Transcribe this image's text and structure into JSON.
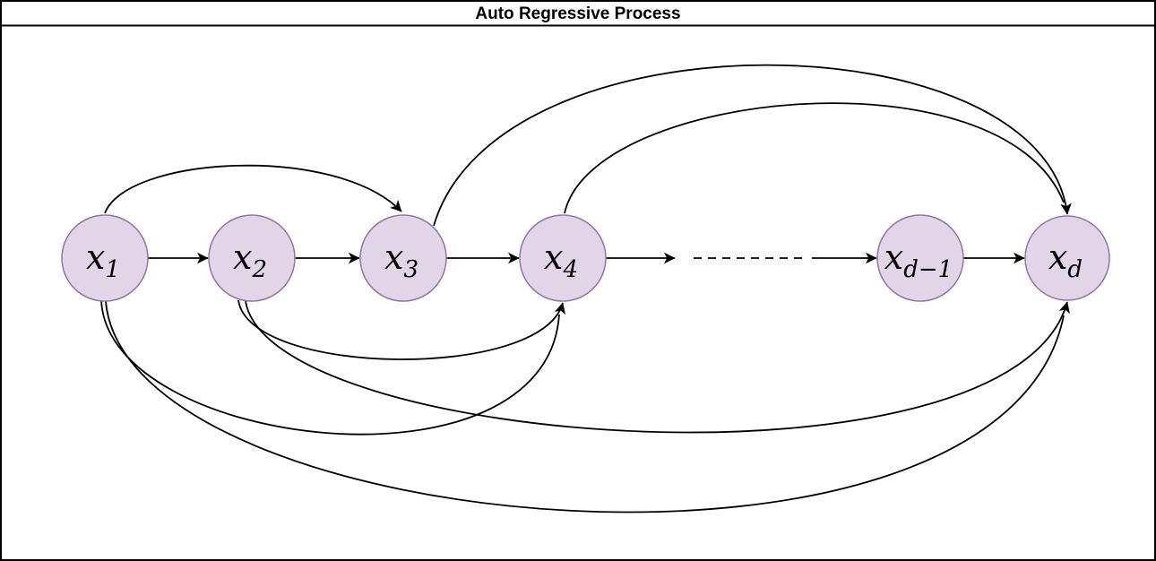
{
  "title": "Auto Regressive Process",
  "diagram": {
    "type": "directed-graph",
    "colors": {
      "node_fill": "#e1d5e7",
      "node_stroke": "#9673a6",
      "edge_color": "#000000",
      "background": "#ffffff",
      "title_color": "#000000"
    },
    "nodes": [
      {
        "id": "x1",
        "label_main": "x",
        "label_sub": "1"
      },
      {
        "id": "x2",
        "label_main": "x",
        "label_sub": "2"
      },
      {
        "id": "x3",
        "label_main": "x",
        "label_sub": "3"
      },
      {
        "id": "x4",
        "label_main": "x",
        "label_sub": "4"
      },
      {
        "id": "xd-1",
        "label_main": "x",
        "label_sub": "d−1"
      },
      {
        "id": "xd",
        "label_main": "x",
        "label_sub": "d"
      }
    ],
    "edges": [
      {
        "from": "x1",
        "to": "x2",
        "style": "straight-arrow"
      },
      {
        "from": "x2",
        "to": "x3",
        "style": "straight-arrow"
      },
      {
        "from": "x3",
        "to": "x4",
        "style": "straight-arrow"
      },
      {
        "from": "x4",
        "to": "ellipsis",
        "style": "straight-arrow"
      },
      {
        "from": "ellipsis",
        "to": "ellipsis",
        "style": "dashed-continuation"
      },
      {
        "from": "ellipsis",
        "to": "xd-1",
        "style": "straight-arrow"
      },
      {
        "from": "xd-1",
        "to": "xd",
        "style": "straight-arrow"
      },
      {
        "from": "x1",
        "to": "x3",
        "style": "curved-arrow-top"
      },
      {
        "from": "x3",
        "to": "xd",
        "style": "curved-arrow-top"
      },
      {
        "from": "x4",
        "to": "xd",
        "style": "curved-arrow-top"
      },
      {
        "from": "x2",
        "to": "x4",
        "style": "curved-arrow-bottom"
      },
      {
        "from": "x1",
        "to": "x4",
        "style": "curved-arrow-bottom"
      },
      {
        "from": "x2",
        "to": "xd",
        "style": "curved-arrow-bottom"
      },
      {
        "from": "x1",
        "to": "xd",
        "style": "curved-arrow-bottom"
      }
    ]
  }
}
